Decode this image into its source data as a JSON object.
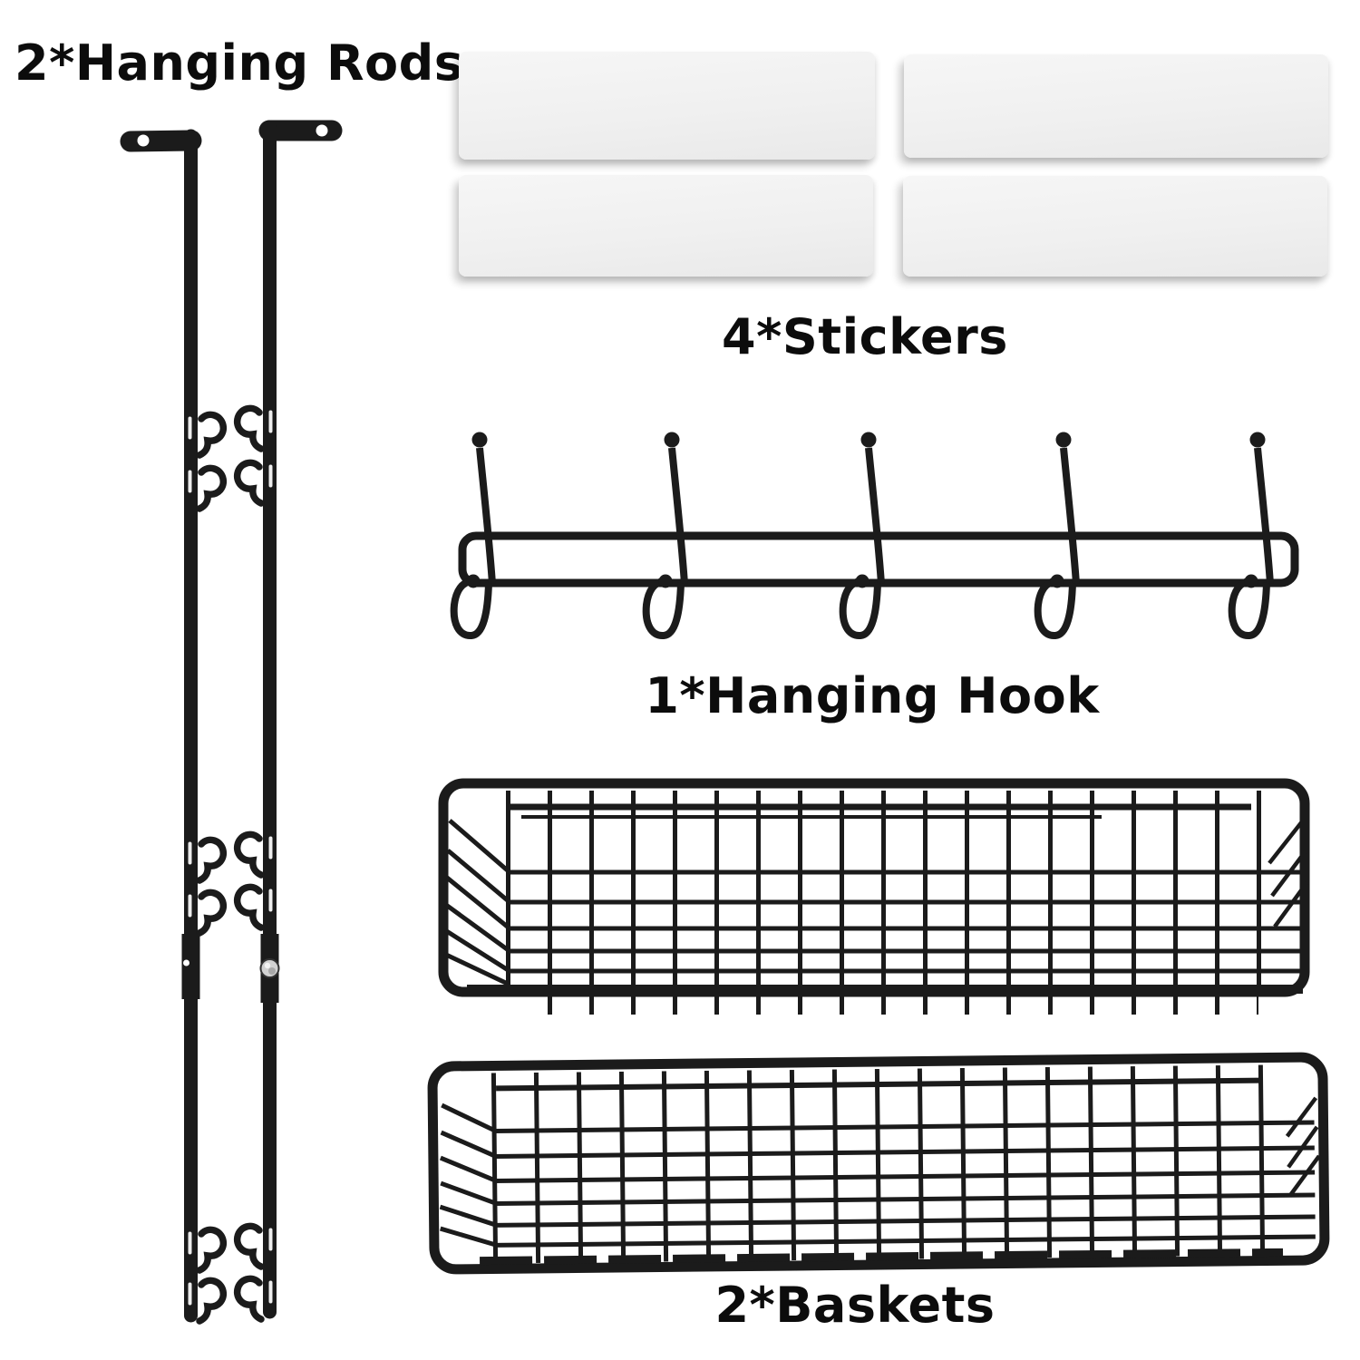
{
  "colors": {
    "page_bg": "#ffffff",
    "item": "#1b1b1b",
    "sticker_fill": "#f0f0f0",
    "screw": "#d2d2d2",
    "text": "#0c0c0c"
  },
  "labels": {
    "hanging_rods": "2*Hanging Rods",
    "stickers": "4*Stickers",
    "hanging_hook": "1*Hanging Hook",
    "baskets": "2*Baskets"
  },
  "counts": {
    "hanging_rods": 2,
    "stickers": 4,
    "hanging_hook_rails": 1,
    "hooks_on_rail": 5,
    "baskets": 2
  }
}
